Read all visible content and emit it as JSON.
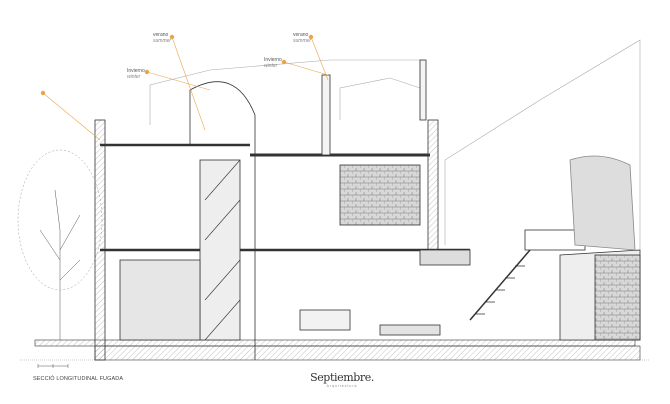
{
  "sun_labels": [
    {
      "title": "verano",
      "subtitle": "summer"
    },
    {
      "title": "Invierno",
      "subtitle": "winter"
    },
    {
      "title": "verano",
      "subtitle": "summer"
    },
    {
      "title": "Invierno",
      "subtitle": "winter"
    }
  ],
  "caption": "SECCIÓ LONGITUDINAL  FUGADA",
  "logo": {
    "name": "Septiembre.",
    "subtitle": "Arquitectura"
  },
  "colors": {
    "sun": "#e8a64a",
    "line": "#333333",
    "hatch": "#999999"
  }
}
